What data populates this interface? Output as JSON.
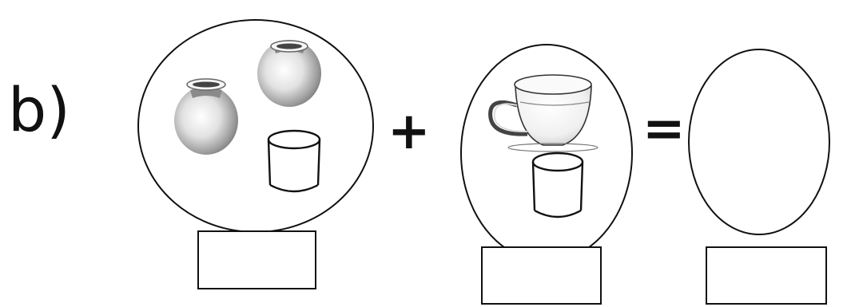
{
  "problem": {
    "label": "b)",
    "plus_sign": "+",
    "equals_sign": "="
  },
  "groups": [
    {
      "name": "left-group",
      "items": [
        "pot",
        "pot",
        "glass"
      ]
    },
    {
      "name": "middle-group",
      "items": [
        "cup",
        "glass"
      ]
    },
    {
      "name": "answer-group",
      "items": []
    }
  ],
  "answer_boxes": [
    {
      "value": ""
    },
    {
      "value": ""
    },
    {
      "value": ""
    }
  ],
  "colors": {
    "ink": "#111111",
    "background": "#ffffff"
  }
}
